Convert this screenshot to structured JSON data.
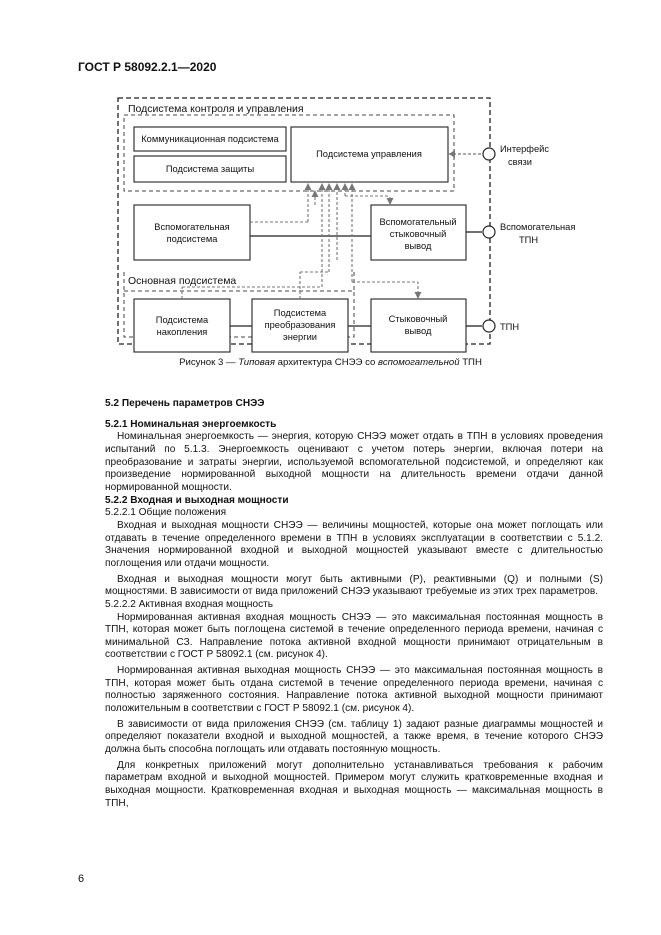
{
  "header": "ГОСТ Р 58092.2.1—2020",
  "figure": {
    "control_title": "Подсистема контроля и управления",
    "comm": "Коммуникационная подсистема",
    "protect": "Подсистема защиты",
    "control": "Подсистема управления",
    "interface_l1": "Интерфейс",
    "interface_l2": "связи",
    "aux_l1": "Вспомогательная",
    "aux_l2": "подсистема",
    "auxout_l1": "Вспомогательный",
    "auxout_l2": "стыковочный",
    "auxout_l3": "вывод",
    "aux_tpn_l1": "Вспомогательная",
    "aux_tpn_l2": "ТПН",
    "main_title": "Основная подсистема",
    "storage_l1": "Подсистема",
    "storage_l2": "накопления",
    "conv_l1": "Подсистема",
    "conv_l2": "преобразования",
    "conv_l3": "энергии",
    "dock_l1": "Стыковочный",
    "dock_l2": "вывод",
    "tpn": "ТПН"
  },
  "caption": {
    "prefix": "Рисунок 3 — ",
    "italic1": "Типовая",
    "mid": " архитектура СНЭЭ со ",
    "italic2": "вспомогательной",
    "suffix": " ТПН"
  },
  "body": {
    "s52": "5.2 Перечень параметров СНЭЭ",
    "s521": "5.2.1 Номинальная энергоемкость",
    "p1": "Номинальная энергоемкость — энергия, которую СНЭЭ может отдать в ТПН в условиях проведения испытаний по 5.1.3. Энергоемкость оценивают с учетом потерь энергии, включая потери на преобразование и затраты энергии, используемой вспомогательной подсистемой, и определяют как произведение нормированной выходной мощности на длительность времени отдачи данной нормированной мощности.",
    "s522": "5.2.2 Входная и выходная мощности",
    "s5221": "5.2.2.1 Общие положения",
    "p2": "Входная и выходная мощности СНЭЭ — величины мощностей, которые она может поглощать или отдавать в течение определенного времени в ТПН в условиях эксплуатации в соответствии с 5.1.2. Значения нормированной входной и выходной мощностей указывают вместе с длительностью поглощения или отдачи мощности.",
    "p3": "Входная и выходная мощности могут быть активными (P), реактивными (Q) и полными (S) мощностями. В зависимости от вида приложений СНЭЭ указывают требуемые из этих трех параметров.",
    "s5222": "5.2.2.2 Активная входная мощность",
    "p4": "Нормированная активная входная мощность СНЭЭ — это максимальная постоянная мощность в ТПН, которая может быть поглощена системой в течение определенного периода времени, начиная с минимальной СЗ. Направление потока активной входной мощности принимают отрицательным в соответствии с ГОСТ Р 58092.1 (см. рисунок 4).",
    "p5": "Нормированная активная выходная мощность СНЭЭ — это максимальная постоянная мощность в ТПН, которая может быть отдана системой в течение определенного периода времени, начиная с полностью заряженного состояния. Направление потока активной выходной мощности принимают положительным в соответствии с ГОСТ Р 58092.1 (см. рисунок 4).",
    "p6": "В зависимости от вида приложения СНЭЭ (см. таблицу 1) задают разные диаграммы мощностей и определяют показатели входной и выходной мощностей, а также время, в течение которого СНЭЭ должна быть способна поглощать или отдавать постоянную мощность.",
    "p7": "Для конкретных приложений могут дополнительно устанавливаться требования к рабочим параметрам входной и выходной мощностей. Примером могут служить кратковременные входная и выходная мощности. Кратковременная входная и выходная мощность — максимальная мощность в ТПН,"
  },
  "page_number": "6"
}
